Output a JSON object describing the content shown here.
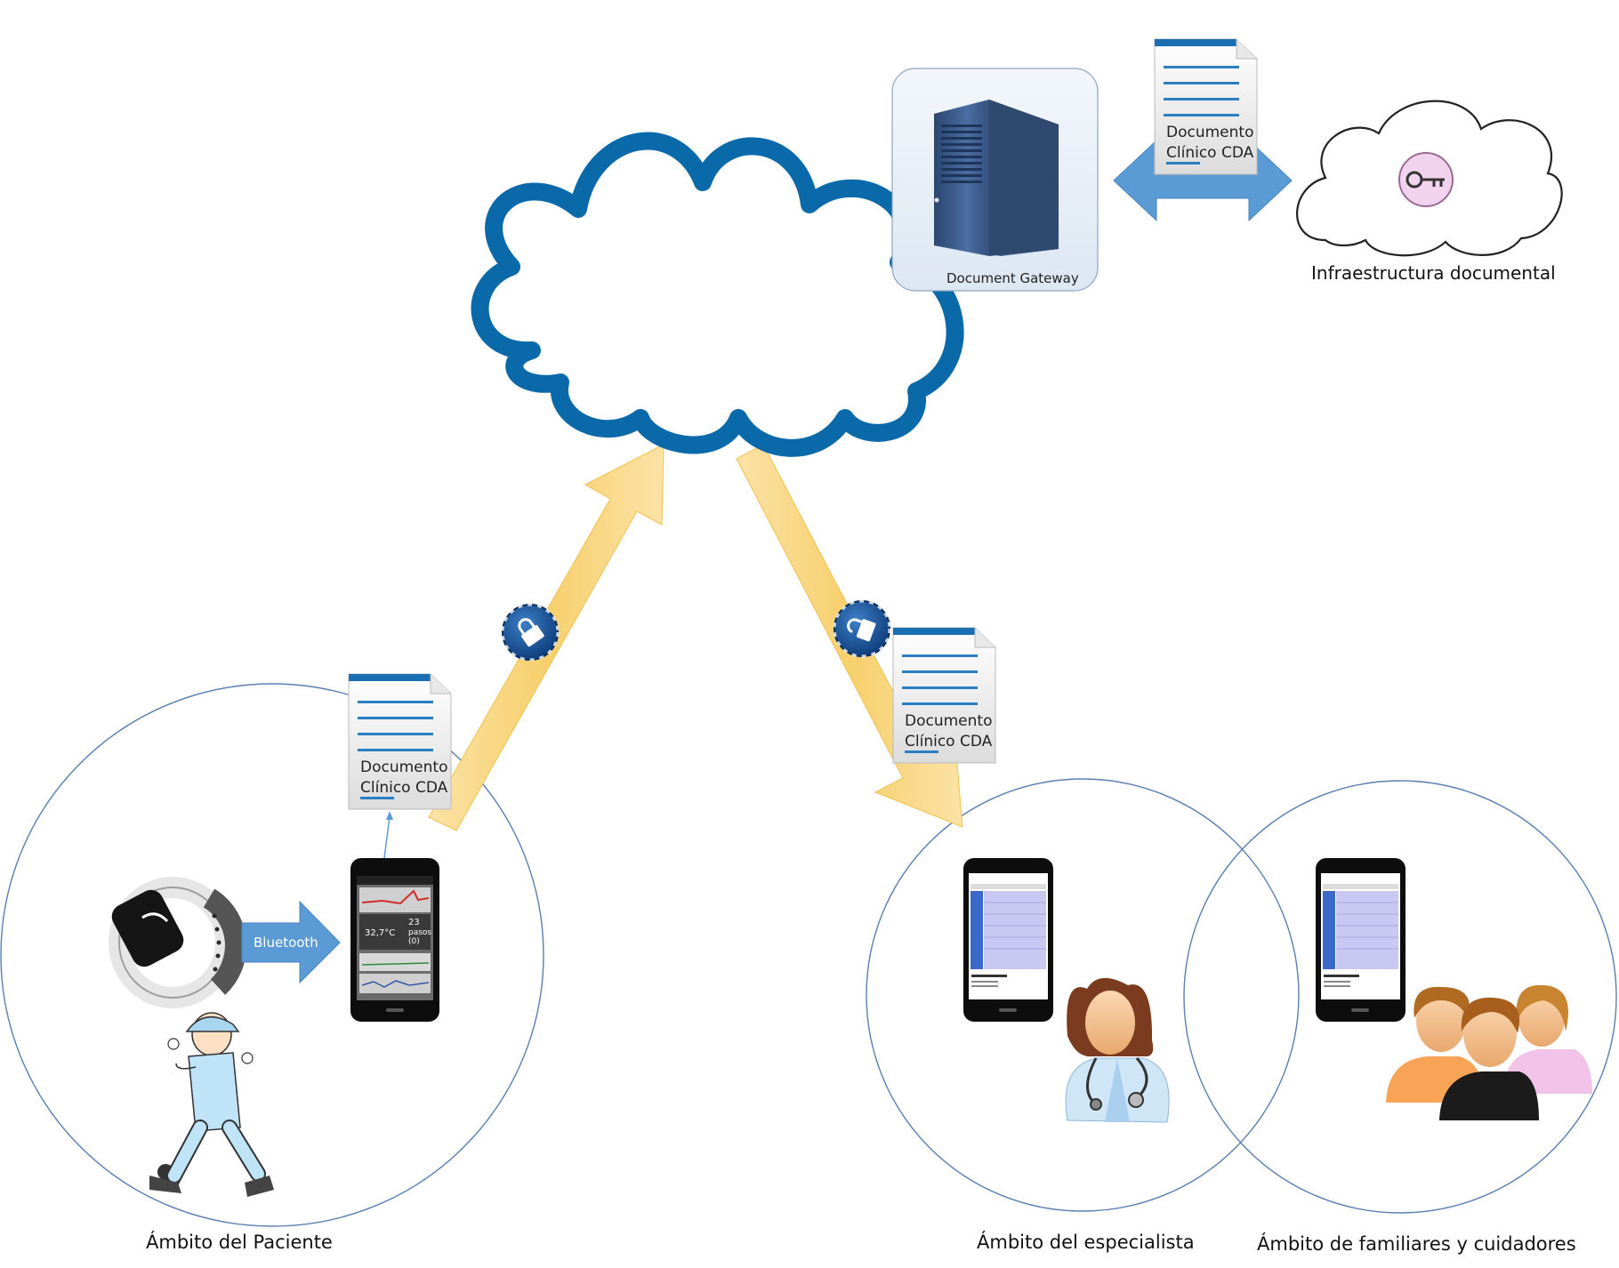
{
  "cloud": {
    "stroke": "#0a6aa9"
  },
  "gateway": {
    "label": "Document Gateway"
  },
  "infrastructure": {
    "label": "Infraestructura documental"
  },
  "documents": [
    {
      "line1": "Documento",
      "line2": "Clínico CDA"
    },
    {
      "line1": "Documento",
      "line2": "Clínico CDA"
    },
    {
      "line1": "Documento",
      "line2": "Clínico CDA"
    }
  ],
  "bluetooth": {
    "label": "Bluetooth"
  },
  "patient_phone": {
    "temperature": "32,7°C",
    "steps_value": "23",
    "steps_unit": "pasos",
    "steps_extra": "(0)"
  },
  "scopes": {
    "patient": "Ámbito del Paciente",
    "specialist": "Ámbito del especialista",
    "family": "Ámbito de familiares y cuidadores"
  },
  "colors": {
    "arrow_yellow": "#f9d784",
    "arrow_blue": "#5b9bd5",
    "scope_circle": "#5a7fb0",
    "server_blue": "#3b5b8c"
  }
}
